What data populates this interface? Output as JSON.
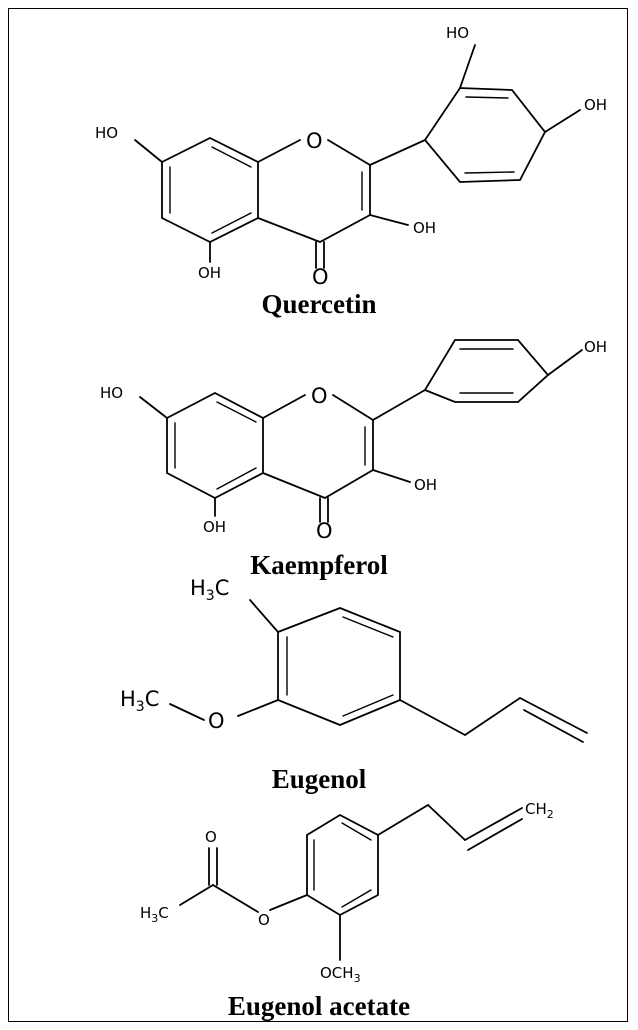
{
  "compounds": [
    {
      "name": "Quercetin",
      "atoms": {
        "ho_left": "HO",
        "ho_top": "HO",
        "oh_right": "OH",
        "oh_mid": "OH",
        "oh_bottom": "OH",
        "o_ring": "O",
        "o_keto": "O"
      }
    },
    {
      "name": "Kaempferol",
      "atoms": {
        "ho_left": "HO",
        "oh_right": "OH",
        "oh_mid": "OH",
        "oh_bottom": "OH",
        "o_ring": "O",
        "o_keto": "O"
      }
    },
    {
      "name": "Eugenol",
      "atoms": {
        "ch3_top": "H3C",
        "ch3_left": "H3C",
        "o_ether": "O"
      }
    },
    {
      "name": "Eugenol acetate",
      "atoms": {
        "o_keto": "O",
        "ch3": "H3C",
        "o_ester": "O",
        "ch2": "CH2",
        "och3": "OCH3"
      }
    }
  ]
}
